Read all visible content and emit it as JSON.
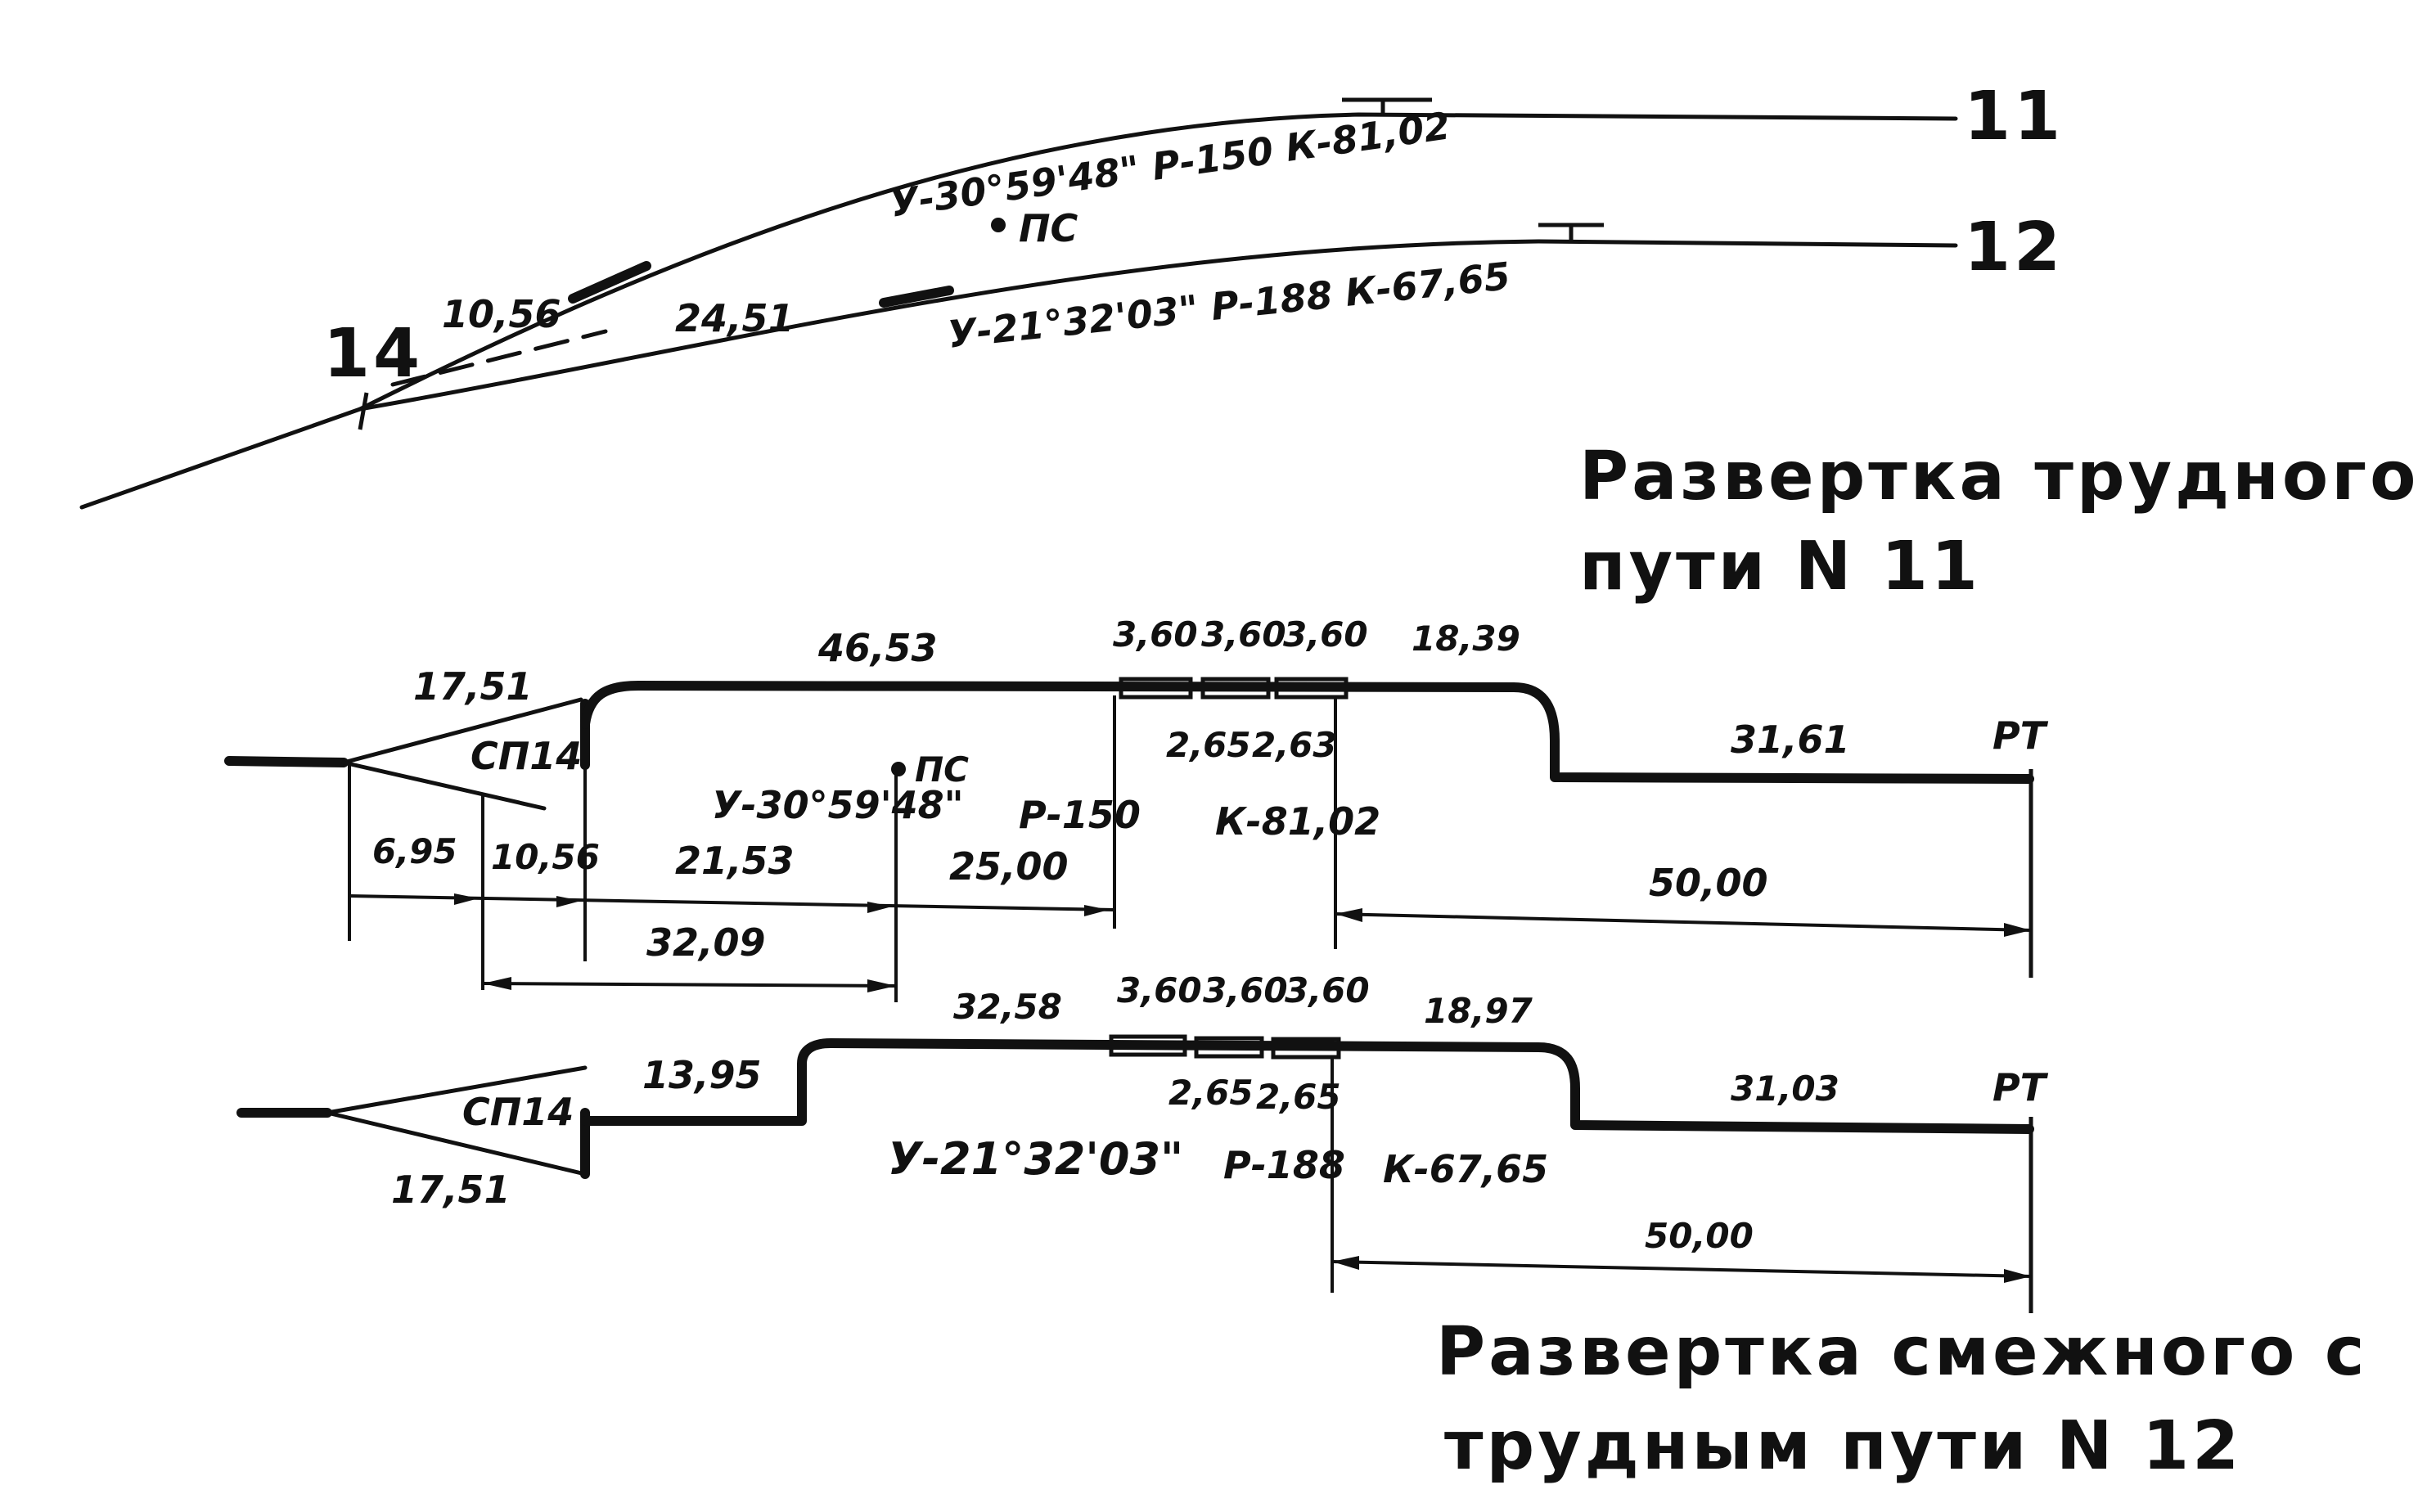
{
  "scheme": {
    "junction_label": "14",
    "track_11": {
      "number": "11",
      "curve_params": "У-30°59'48\"  Р-150  К-81,02",
      "segment_length": "10,56"
    },
    "track_12": {
      "number": "12",
      "curve_params": "У-21°32'03\"  Р-188  К-67,65",
      "segment_length": "24,51"
    },
    "ps_marker": "ПС"
  },
  "layout_11": {
    "title_line1": "Развертка трудного",
    "title_line2": "пути  N  11",
    "switch_label": "СП14",
    "switch_length": "17,51",
    "top_length": "46,53",
    "joint_1": "3,60",
    "joint_2": "3,60",
    "joint_3": "3,60",
    "after_joints": "18,39",
    "gap_1": "2,65",
    "gap_2": "2,63",
    "lower_length": "31,61",
    "end_label": "РТ",
    "ps_label": "ПС",
    "curve_angle": "У-30°59'48\"",
    "curve_radius": "Р-150",
    "curve_length": "К-81,02",
    "dim_1": "6,95",
    "dim_2": "10,56",
    "dim_3": "21,53",
    "dim_4": "25,00",
    "dim_total_left": "32,09",
    "dim_right": "50,00"
  },
  "layout_12": {
    "title_line1": "Развертка смежного  с",
    "title_line2": "трудным  пути  N 12",
    "switch_label": "СП14",
    "switch_length": "17,51",
    "step_length": "13,95",
    "top_length": "32,58",
    "joint_1": "3,60",
    "joint_2": "3,60",
    "joint_3": "3,60",
    "after_joints": "18,97",
    "gap_1": "2,65",
    "gap_2": "2,65",
    "lower_length": "31,03",
    "end_label": "РТ",
    "curve_angle": "У-21°32'03\"",
    "curve_radius": "Р-188",
    "curve_length": "К-67,65",
    "dim_right": "50,00"
  }
}
